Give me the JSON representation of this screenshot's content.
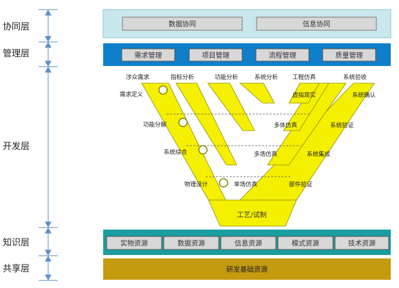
{
  "layers": {
    "collab": "协同层",
    "mgmt": "管理层",
    "dev": "开发层",
    "knowledge": "知识层",
    "share": "共享层"
  },
  "collab_items": [
    "数据协同",
    "信息协同"
  ],
  "mgmt_items": [
    "需求管理",
    "项目管理",
    "流程管理",
    "质量管理"
  ],
  "knowledge_items": [
    "实物资源",
    "数据资源",
    "信息资源",
    "模式资源",
    "技术资源"
  ],
  "share_item": "研发基础资源",
  "v_labels": {
    "top": [
      "涉众需求",
      "指标分析",
      "功能分析",
      "系统分析",
      "工程仿真",
      "系统验收"
    ],
    "left": [
      "需求定义",
      "功能分解",
      "系统综合",
      "物理设计"
    ],
    "right": [
      "虚拟现实",
      "系统确认",
      "多体仿真",
      "系统验证",
      "多场仿真",
      "系统集成",
      "单场仿真",
      "部件验证"
    ],
    "bottom": "工艺/试制"
  },
  "colors": {
    "collab_bg": "#c8e8ee",
    "mgmt_bg": "#0f7fca",
    "knowledge_bg": "#1a9ea0",
    "share_bg": "#c49a0e",
    "v_fill": "#f5f000",
    "axis": "#5b8fc7"
  }
}
